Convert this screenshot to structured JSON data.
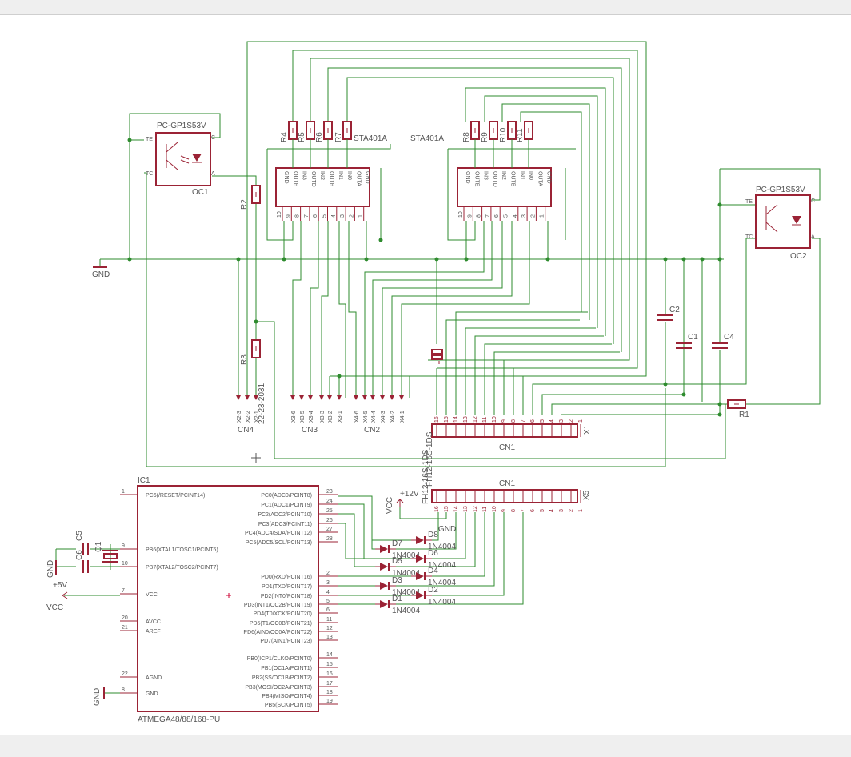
{
  "schematic": {
    "parts": {
      "oc1_value": "PC-GP1S53V",
      "oc1_name": "OC1",
      "oc2_value": "PC-GP1S53V",
      "oc2_name": "OC2",
      "ic_left_value": "STA401A",
      "ic_right_value": "STA401A",
      "ic_pins": [
        "GND",
        "OUTE",
        "IN3",
        "OUTD",
        "IN2",
        "OUTB",
        "IN1",
        "IN0",
        "OUTA",
        "GND"
      ],
      "ic_pin_nums": [
        "10",
        "9",
        "8",
        "7",
        "6",
        "5",
        "4",
        "3",
        "2",
        "1"
      ],
      "r_left": [
        "R4",
        "R5",
        "R6",
        "R7"
      ],
      "r_right": [
        "R8",
        "R9",
        "R10",
        "R11"
      ],
      "r2": "R2",
      "r3": "R3",
      "r1": "R1",
      "caps": [
        "C2",
        "C1",
        "C4"
      ],
      "gnd_label": "GND",
      "cn4_pins": [
        "X2-3",
        "X2-2",
        "X2-1"
      ],
      "cn4_value": "22-23-2031",
      "cn4_name": "CN4",
      "cn3_pins": [
        "X3-6",
        "X3-5",
        "X3-4",
        "X3-3",
        "X3-2",
        "X3-1"
      ],
      "cn3_name": "CN3",
      "cn2_pins": [
        "X4-6",
        "X4-5",
        "X4-4",
        "X4-3",
        "X4-2",
        "X4-1"
      ],
      "cn2_name": "CN2",
      "x1_name": "X1",
      "cn1_name": "CN1",
      "x1_value": "FH12-16S-1DS",
      "x1_pin_nums": [
        "16",
        "15",
        "14",
        "13",
        "12",
        "11",
        "10",
        "9",
        "8",
        "7",
        "6",
        "5",
        "4",
        "3",
        "2",
        "1"
      ],
      "x5_name": "X5",
      "x5_value": "FH12-16S-1DS",
      "x5_pin_nums": [
        "16",
        "15",
        "14",
        "13",
        "12",
        "11",
        "10",
        "9",
        "8",
        "7",
        "6",
        "5",
        "4",
        "3",
        "2",
        "1"
      ],
      "vcc12_label": "+12V",
      "vcc_label": "VCC",
      "mcu_name": "IC1",
      "mcu_value": "ATMEGA48/88/168-PU",
      "mcu_left": [
        {
          "num": "1",
          "name": "PC6(/RESET/PCINT14)"
        },
        {
          "num": "9",
          "name": "PB6(XTAL1/TOSC1/PCINT6)"
        },
        {
          "num": "10",
          "name": "PB7(XTAL2/TOSC2/PCINT7)"
        },
        {
          "num": "7",
          "name": "VCC"
        },
        {
          "num": "20",
          "name": "AVCC"
        },
        {
          "num": "21",
          "name": "AREF"
        },
        {
          "num": "22",
          "name": "AGND"
        },
        {
          "num": "8",
          "name": "GND"
        }
      ],
      "mcu_right": [
        {
          "num": "23",
          "name": "PC0(ADC0/PCINT8)"
        },
        {
          "num": "24",
          "name": "PC1(ADC1/PCINT9)"
        },
        {
          "num": "25",
          "name": "PC2(ADC2/PCINT10)"
        },
        {
          "num": "26",
          "name": "PC3(ADC3/PCINT11)"
        },
        {
          "num": "27",
          "name": "PC4(ADC4/SDA/PCINT12)"
        },
        {
          "num": "28",
          "name": "PC5(ADC5/SCL/PCINT13)"
        },
        {
          "num": "2",
          "name": "PD0(RXD/PCINT16)"
        },
        {
          "num": "3",
          "name": "PD1(TXD/PCINT17)"
        },
        {
          "num": "4",
          "name": "PD2(INT0/PCINT18)"
        },
        {
          "num": "5",
          "name": "PD3(INT1/OC2B/PCINT19)"
        },
        {
          "num": "6",
          "name": "PD4(T0/XCK/PCINT20)"
        },
        {
          "num": "11",
          "name": "PD5(T1/OC0B/PCINT21)"
        },
        {
          "num": "12",
          "name": "PD6(AIN0/OC0A/PCINT22)"
        },
        {
          "num": "13",
          "name": "PD7(AIN1/PCINT23)"
        },
        {
          "num": "14",
          "name": "PB0(ICP1/CLKO/PCINT0)"
        },
        {
          "num": "15",
          "name": "PB1(OC1A/PCINT1)"
        },
        {
          "num": "16",
          "name": "PB2(SS/OC1B/PCINT2)"
        },
        {
          "num": "17",
          "name": "PB3(MOSI/OC2A/PCINT3)"
        },
        {
          "num": "18",
          "name": "PB4(MISO/PCINT4)"
        },
        {
          "num": "19",
          "name": "PB5(SCK/PCINT5)"
        }
      ],
      "diodes": [
        "D8",
        "D7",
        "D6",
        "D5",
        "D4",
        "D3",
        "D2",
        "D1"
      ],
      "diode_value": "1N4004",
      "c5": "C5",
      "c6": "C6",
      "q1": "Q1",
      "plus5v": "+5V"
    }
  }
}
